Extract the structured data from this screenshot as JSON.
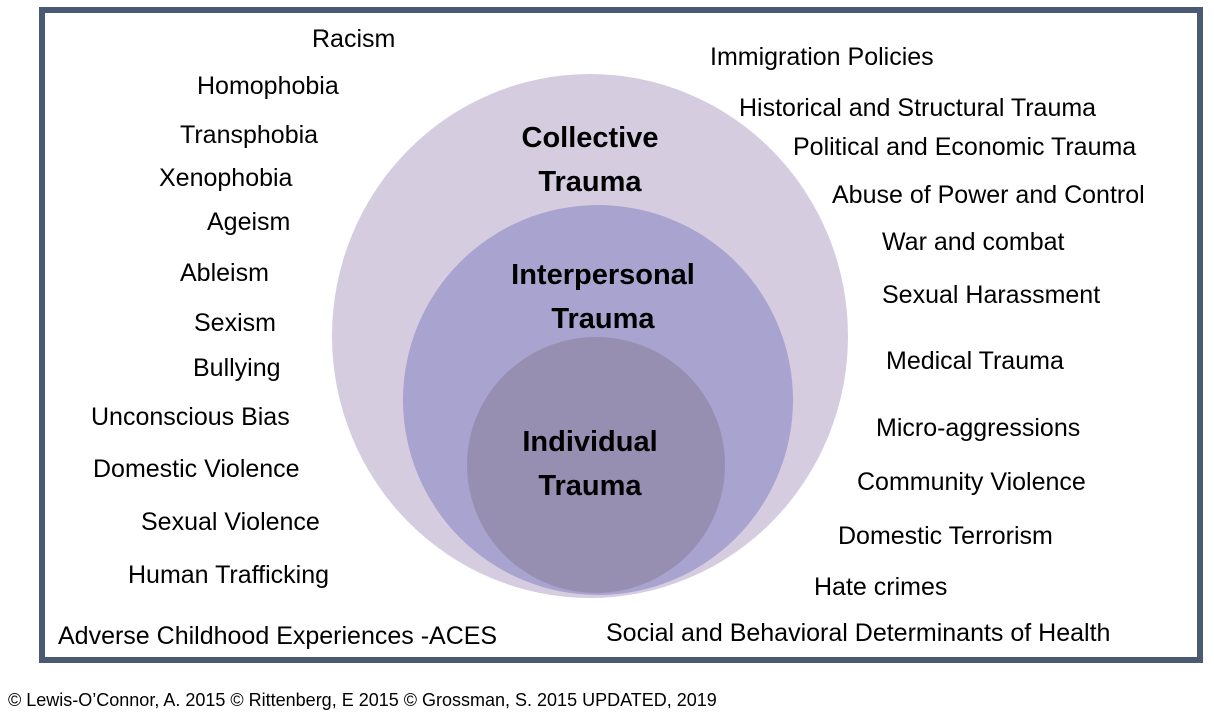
{
  "diagram": {
    "circles": {
      "collective": {
        "label_line1": "Collective",
        "label_line2": "Trauma",
        "color": "#d5cce0"
      },
      "interpersonal": {
        "label_line1": "Interpersonal",
        "label_line2": "Trauma",
        "color": "#a9a3cf"
      },
      "individual": {
        "label_line1": "Individual",
        "label_line2": "Trauma",
        "color": "#968fb2"
      }
    },
    "left_terms": [
      "Racism",
      "Homophobia",
      "Transphobia",
      "Xenophobia",
      "Ageism",
      "Ableism",
      "Sexism",
      "Bullying",
      "Unconscious Bias",
      "Domestic Violence",
      "Sexual Violence",
      "Human Trafficking",
      "Adverse Childhood Experiences -ACES"
    ],
    "right_terms": [
      "Immigration Policies",
      "Historical and Structural Trauma",
      "Political and Economic Trauma",
      "Abuse of Power and Control",
      "War and combat",
      "Sexual Harassment",
      "Medical Trauma",
      "Micro-aggressions",
      "Community Violence",
      "Domestic Terrorism",
      "Hate crimes",
      "Social and Behavioral Determinants of Health"
    ],
    "frame_color": "#4a5a72"
  },
  "footer": {
    "copyright": "© Lewis-O’Connor, A. 2015  © Rittenberg, E 2015 © Grossman, S. 2015 UPDATED, 2019"
  }
}
